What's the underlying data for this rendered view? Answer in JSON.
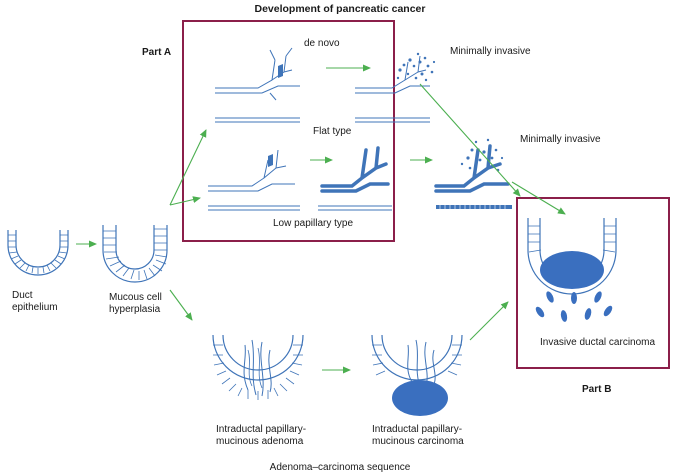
{
  "title": "Development of pancreatic cancer",
  "part_a": "Part A",
  "part_b": "Part B",
  "labels": {
    "de_novo": "de novo",
    "minimally_invasive_1": "Minimally invasive",
    "minimally_invasive_2": "Minimally invasive",
    "flat_type": "Flat type",
    "low_papillary_type": "Low papillary type",
    "duct_epithelium": [
      "Duct",
      "epithelium"
    ],
    "mucous_cell_hyperplasia": [
      "Mucous cell",
      "hyperplasia"
    ],
    "ipm_adenoma": [
      "Intraductal papillary-",
      "mucinous adenoma"
    ],
    "ipm_carcinoma": [
      "Intraductal papillary-",
      "mucinous carcinoma"
    ],
    "invasive_ductal_carcinoma": "Invasive ductal carcinoma",
    "sequence": "Adenoma–carcinoma sequence"
  },
  "colors": {
    "box": "#8b1f4a",
    "arrow": "#4caf50",
    "epithelium": "#3f74b8",
    "tumor": "#3a6fbf"
  }
}
